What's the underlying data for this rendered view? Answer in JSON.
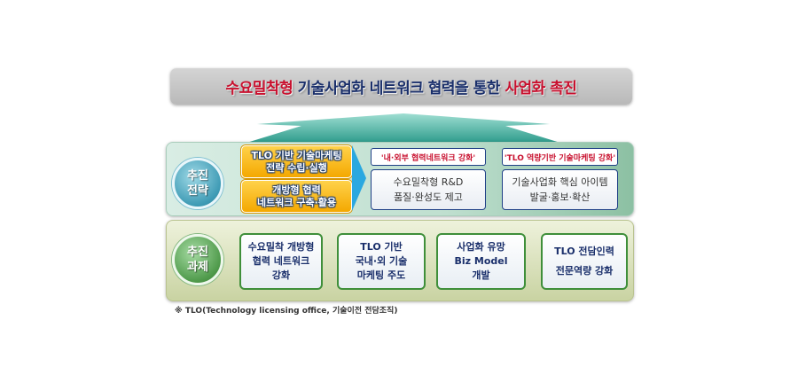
{
  "title": {
    "part1": "수요밀착형",
    "part2": " 기술사업화 네트워크 협력을 통한 ",
    "part3": "사업화 촉진"
  },
  "strategy": {
    "circle": [
      "추진",
      "전략"
    ],
    "yellow": [
      [
        "TLO 기반 기술마케팅",
        "전략 수립·실행"
      ],
      [
        "개방형 협력",
        "네트워크 구축·활용"
      ]
    ],
    "boxes": [
      {
        "header": "'내·외부 협력네트워크 강화'",
        "body": [
          "수요밀착형 R&D",
          "품질·완성도 제고"
        ]
      },
      {
        "header": "'TLO 역량기반 기술마케팅 강화'",
        "body": [
          "기술사업화 핵심 아이템",
          "발굴·홍보·확산"
        ]
      }
    ]
  },
  "tasks": {
    "circle": [
      "추진",
      "과제"
    ],
    "boxes": [
      [
        "수요밀착 개방형",
        "협력 네트워크",
        "강화"
      ],
      [
        "TLO 기반",
        "국내·외 기술",
        "마케팅 주도"
      ],
      [
        "사업화 유망",
        "Biz Model",
        "개발"
      ],
      [
        "TLO 전담인력",
        "전문역량 강화"
      ]
    ]
  },
  "footnote": "※ TLO(Technology licensing office, 기술이전 전담조직)",
  "colors": {
    "accent_red": "#c8102e",
    "navy": "#1a2f6b",
    "arrow_blue": "#2aa8e0",
    "yellow": "#f4a800"
  }
}
